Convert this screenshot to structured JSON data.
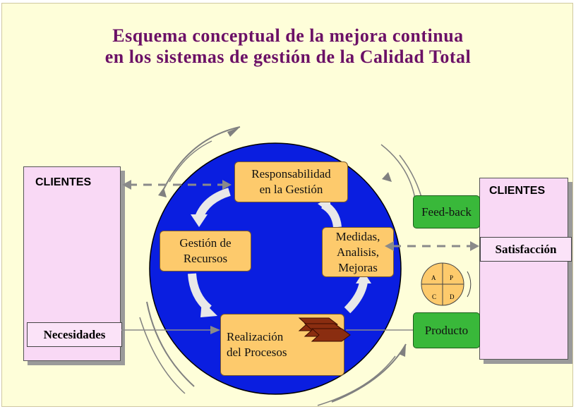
{
  "title": {
    "line1": "Esquema conceptual de la mejora continua",
    "line2": "en los sistemas de gestión de la Calidad Total"
  },
  "left_clients": {
    "label": "CLIENTES",
    "needs": "Necesidades"
  },
  "right_clients": {
    "label": "CLIENTES",
    "satisfaction": "Satisfacción"
  },
  "processes": {
    "responsibility": {
      "line1": "Responsabilidad",
      "line2": "en la Gestión"
    },
    "resources": {
      "line1": "Gestión de",
      "line2": "Recursos"
    },
    "measures": {
      "line1": "Medidas,",
      "line2": "Analisis,",
      "line3": "Mejoras"
    },
    "realization": {
      "line1": "Realización",
      "line2": "del Procesos"
    }
  },
  "green_boxes": {
    "feedback": "Feed-back",
    "product": "Producto"
  },
  "pdca": {
    "a": "A",
    "p": "P",
    "c": "C",
    "d": "D"
  },
  "colors": {
    "title": "#6b1066",
    "circle": "#0a1ee0",
    "process": "#fdca6c",
    "green": "#39b83a",
    "clients": "#f9d9f5",
    "background": "#fefed9"
  }
}
